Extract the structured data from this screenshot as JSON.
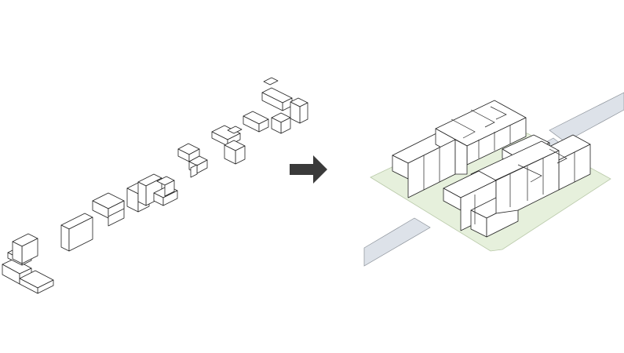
{
  "diagram": {
    "kind": "isometric-massing-transformation",
    "left_group": "separate-block-modules",
    "right_group": "combined-courtyard-complex",
    "arrow": "right-arrow-icon"
  },
  "colors": {
    "line": "#222222",
    "block_top": "#ffffff",
    "block_side": "#fdfdfd",
    "site": "#e6f0dc",
    "site_edge": "#b9c9a9",
    "road": "#dde2e9",
    "road_edge": "#8a9098",
    "arrow": "#3a3a3a"
  }
}
